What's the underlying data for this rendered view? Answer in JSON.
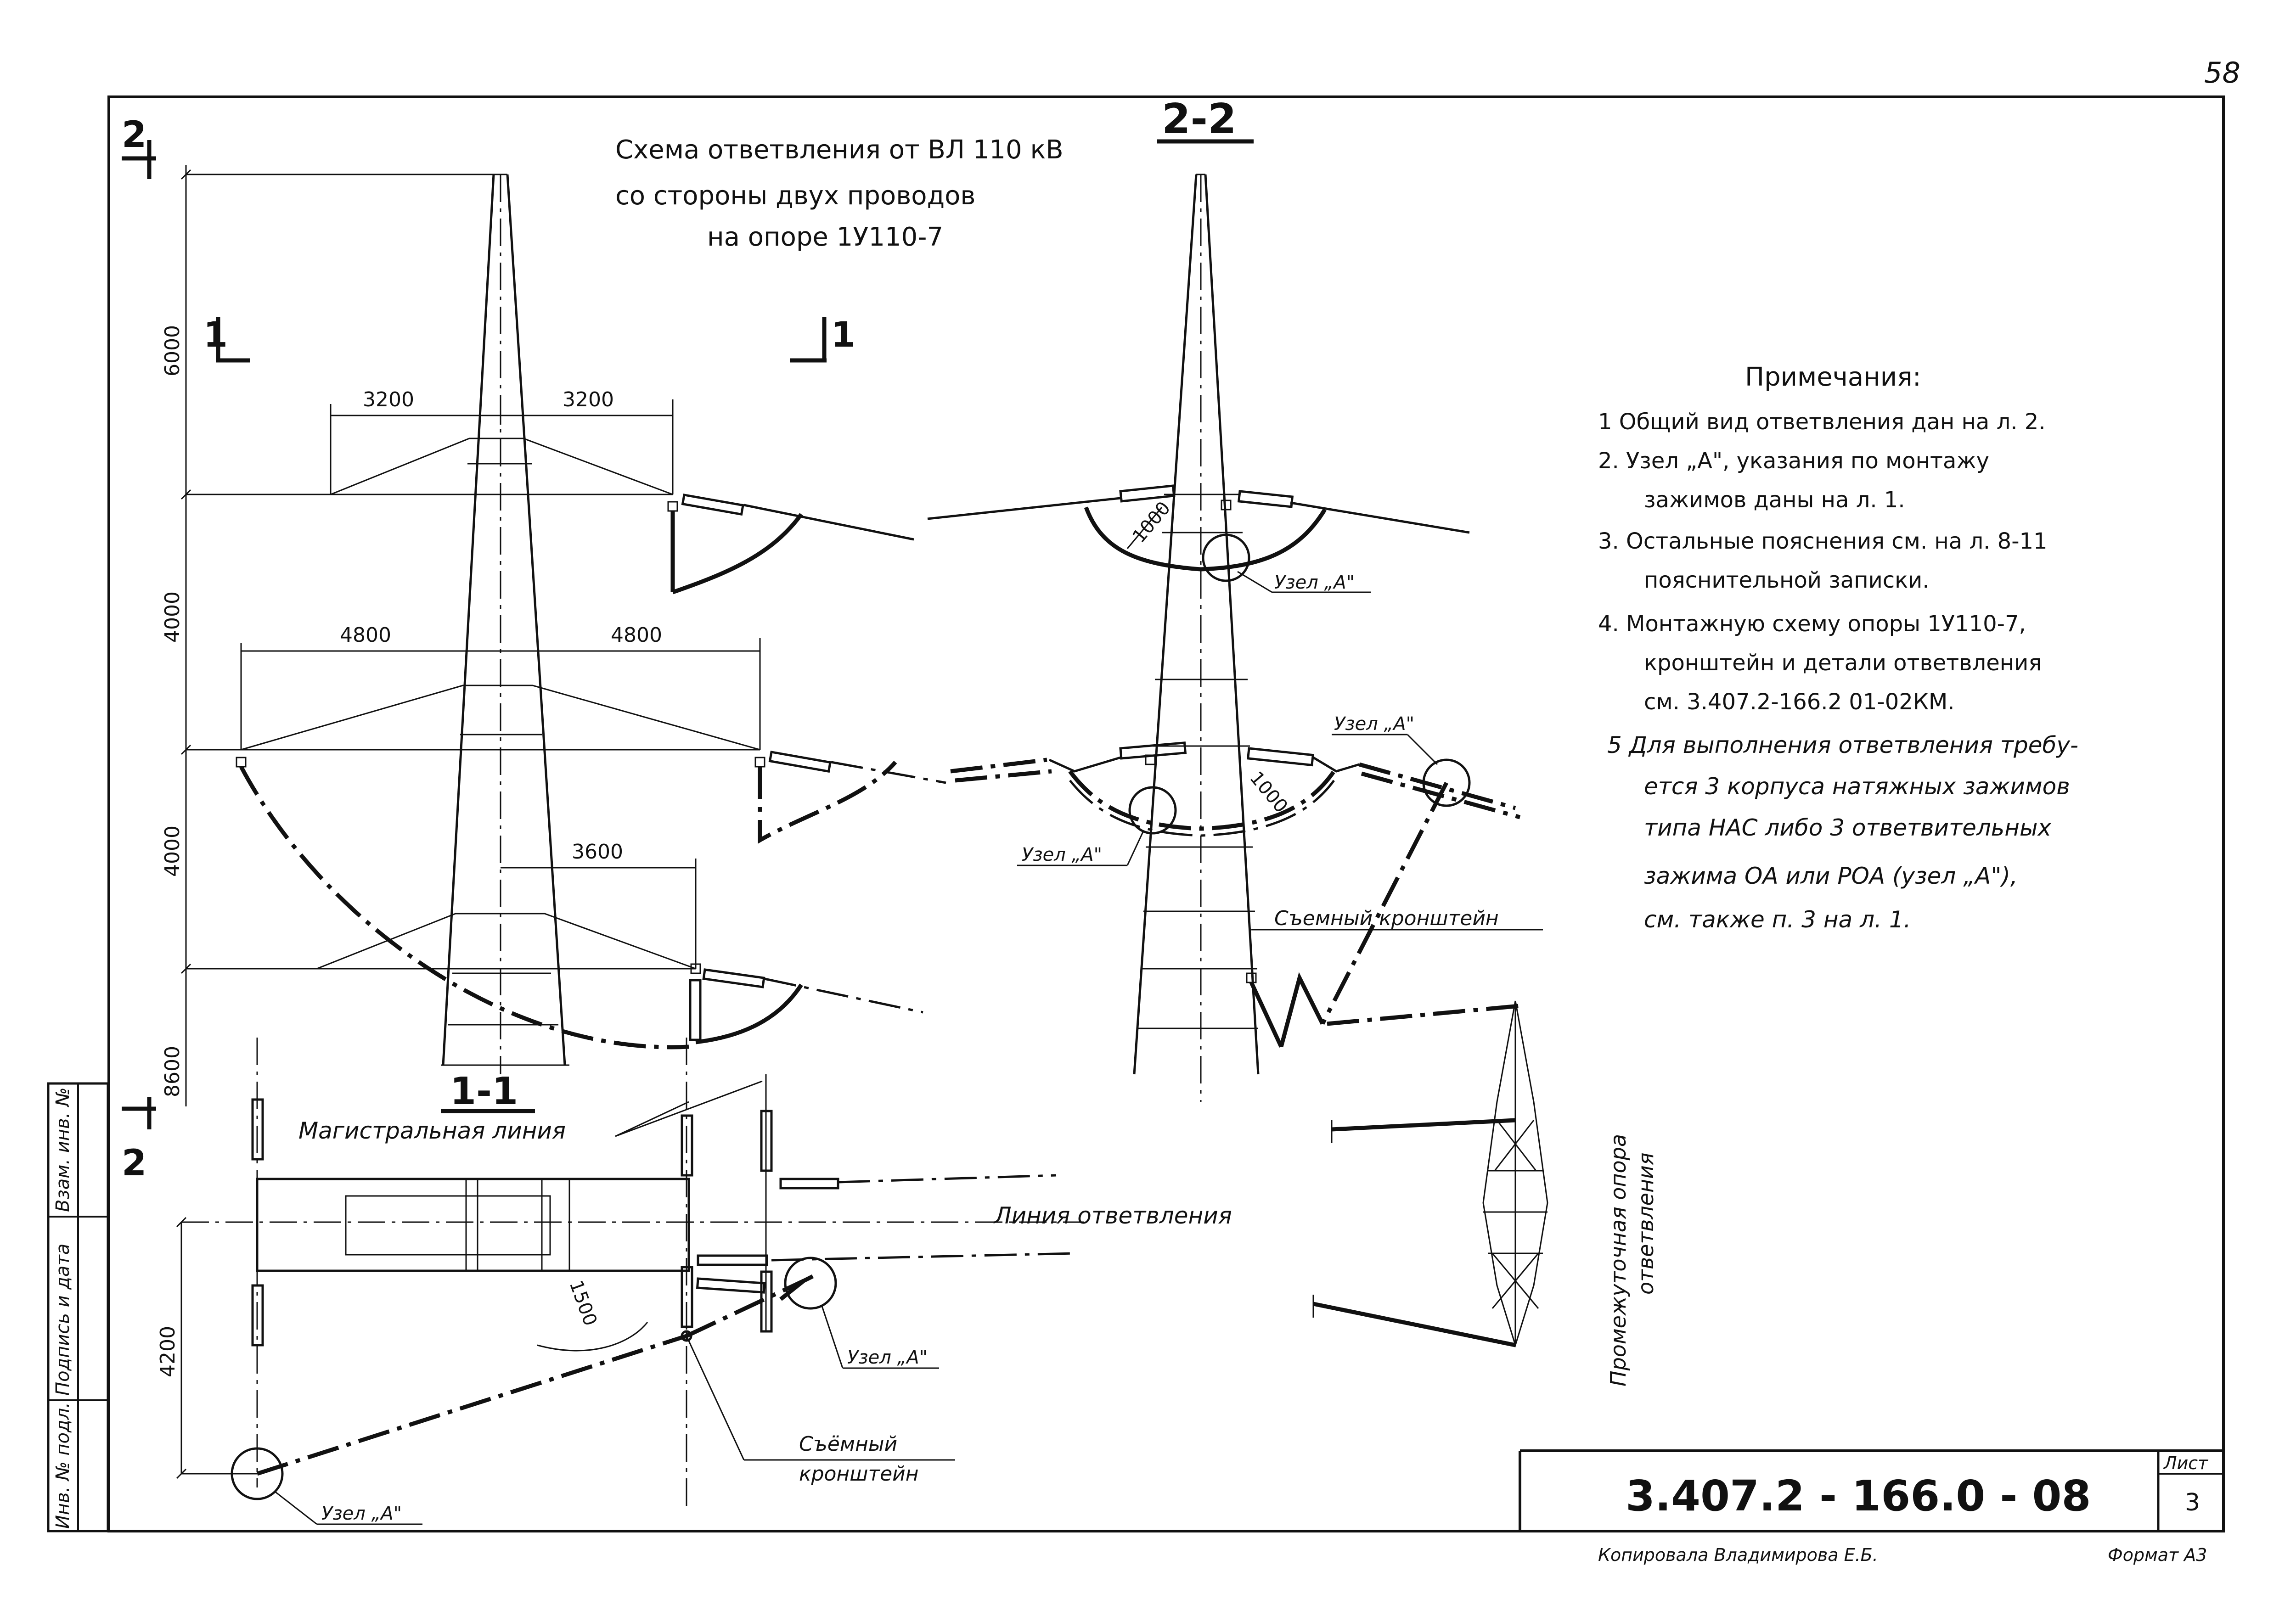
{
  "sheet_number_top": "58",
  "title": {
    "line1": "Схема ответвления от ВЛ 110 кВ",
    "line2": "со стороны двух проводов",
    "line3": "на опоре 1У110-7"
  },
  "section_labels": {
    "s22": "2-2",
    "s11": "1-1",
    "cut1_left": "1",
    "cut1_right": "1",
    "cut2_top": "2",
    "cut2_bottom": "2"
  },
  "dimensions": {
    "v6000": "6000",
    "v4000a": "4000",
    "v4000b": "4000",
    "v8600": "8600",
    "h3200a": "3200",
    "h3200b": "3200",
    "h4800a": "4800",
    "h4800b": "4800",
    "h3600": "3600",
    "d1000a": "1000",
    "d1000b": "1000",
    "d1500": "1500",
    "v4200": "4200"
  },
  "labels": {
    "uzel_a1": "Узел „А\"",
    "uzel_a2": "Узел „А\"",
    "uzel_a3": "Узел „А\"",
    "uzel_a4": "Узел „А\"",
    "uzel_a5": "Узел „А\"",
    "bracket_top": "Съемный кронштейн",
    "bracket_bottom_1": "Съёмный",
    "bracket_bottom_2": "кронштейн",
    "main_line": "Магистральная линия",
    "branch_line": "Линия ответвления",
    "intermediate_1": "Промежуточная опора",
    "intermediate_2": "ответвления"
  },
  "notes": {
    "heading": "Примечания:",
    "n1": "1 Общий вид ответвления дан на л. 2.",
    "n2a": "2. Узел „А\", указания по монтажу",
    "n2b": "зажимов даны на л. 1.",
    "n3a": "3. Остальные пояснения см. на л. 8-11",
    "n3b": "пояснительной записки.",
    "n4a": "4. Монтажную схему опоры 1У110-7,",
    "n4b": "кронштейн и детали ответвления",
    "n4c": "см. 3.407.2-166.2 01-02КМ.",
    "n5a": "5 Для выполнения ответвления требу-",
    "n5b": "ется 3 корпуса натяжных зажимов",
    "n5c": "типа НАС либо 3 ответвительных",
    "n5d": "зажима ОА или РОА (узел „А\"),",
    "n5e": "см. также п. 3 на л. 1."
  },
  "stamp": {
    "code": "3.407.2 - 166.0 - 08",
    "sheet_label": "Лист",
    "sheet_value": "3"
  },
  "side_stamp": {
    "inv_podl": "Инв. № подл.",
    "podpis": "Подпись и дата",
    "vzam": "Взам. инв. №"
  },
  "footer": {
    "copied": "Копировала Владимирова Е.Б.",
    "format": "Формат А3"
  }
}
